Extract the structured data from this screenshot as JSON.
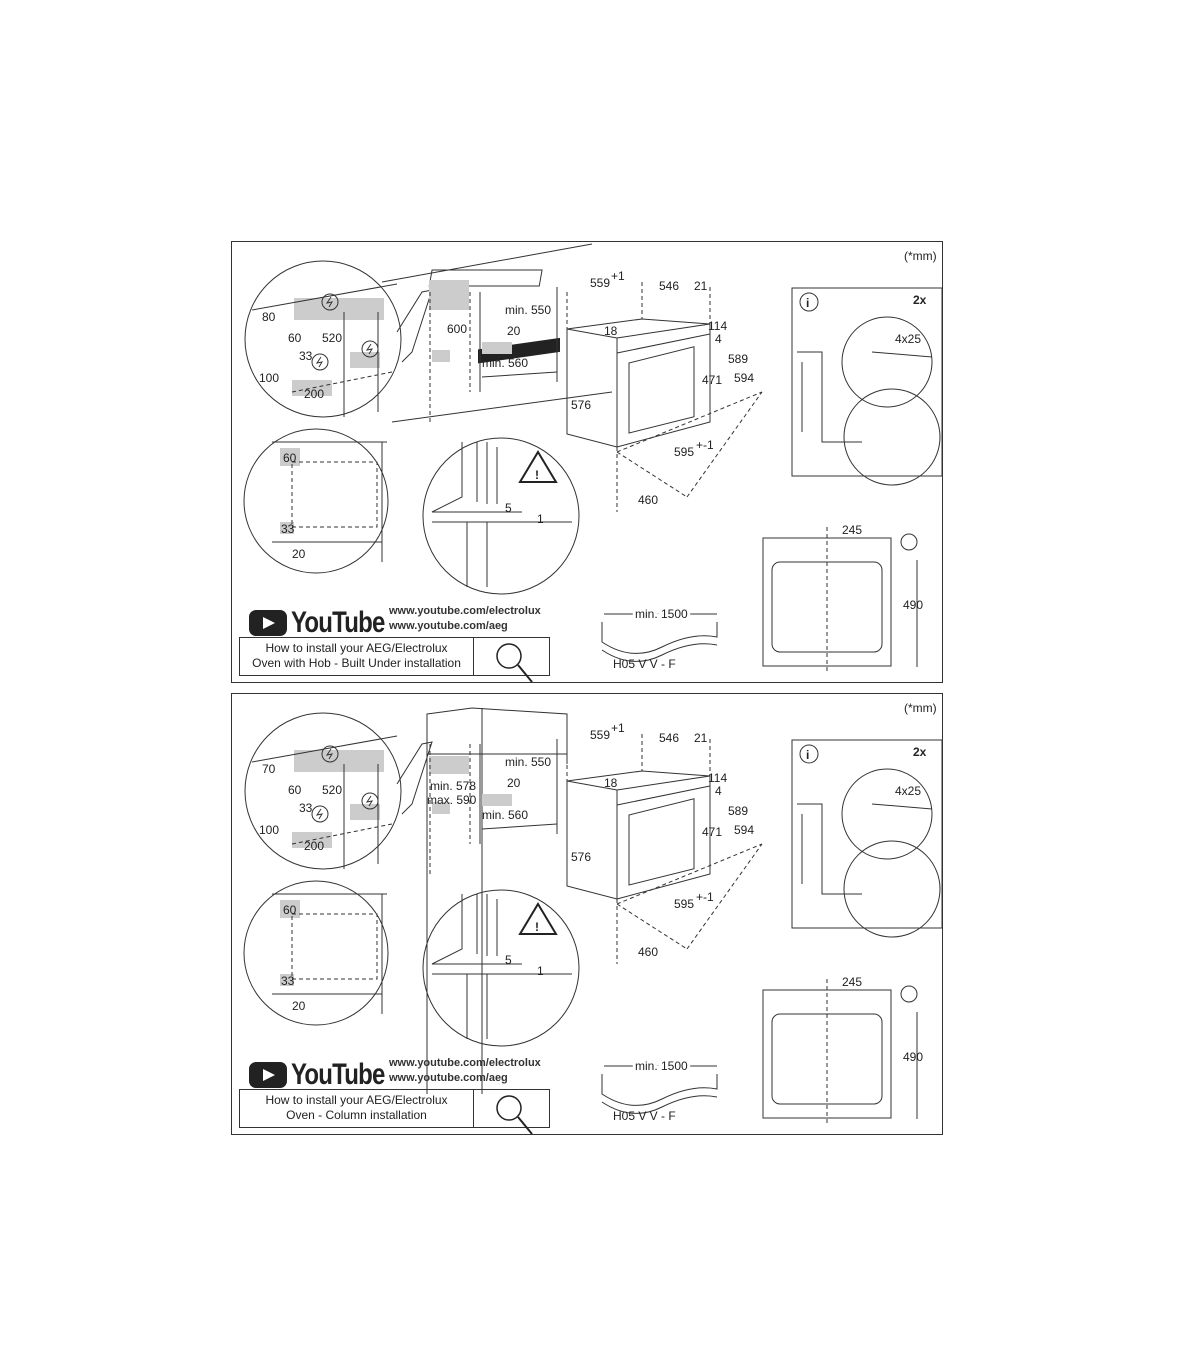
{
  "panels": [
    {
      "unit_note": "(*mm)",
      "detail_dims": {
        "top": "80",
        "side": "60",
        "height": "520",
        "small": "33",
        "low": "100",
        "width": "200"
      },
      "cabinet_dims": {
        "height_a": "600",
        "height_b": "",
        "depth": "min. 550",
        "gap": "20",
        "width": "min. 560"
      },
      "oven_dims": {
        "depth_total": "559",
        "depth_total_tol": "+1",
        "depth_body": "546",
        "front": "21",
        "top_gap": "18",
        "panel_h": "114",
        "panel_gap": "4",
        "h_front": "589",
        "h_inner": "471",
        "h_total": "594",
        "h_side": "576",
        "width": "595",
        "width_tol": "+-1",
        "depth": "460"
      },
      "corner_dims": {
        "top": "60",
        "bottom": "33",
        "side": "20"
      },
      "floor_dims": {
        "gap": "5",
        "step": "1"
      },
      "fixing": {
        "info": "i",
        "count": "2x",
        "screw": "4x25"
      },
      "front_view": {
        "width": "245",
        "height": "490"
      },
      "cable": {
        "length": "min. 1500",
        "type": "H05 V V - F"
      },
      "youtube": {
        "logo": "YouTube",
        "url1": "www.youtube.com/electrolux",
        "url2": "www.youtube.com/aeg",
        "caption1": "How to install your AEG/Electrolux",
        "caption2": "Oven with Hob - Built Under installation"
      }
    },
    {
      "unit_note": "(*mm)",
      "detail_dims": {
        "top": "70",
        "side": "60",
        "height": "520",
        "small": "33",
        "low": "100",
        "width": "200"
      },
      "cabinet_dims": {
        "height_a": "min. 578",
        "height_b": "max. 590",
        "depth": "min. 550",
        "gap": "20",
        "width": "min. 560"
      },
      "oven_dims": {
        "depth_total": "559",
        "depth_total_tol": "+1",
        "depth_body": "546",
        "front": "21",
        "top_gap": "18",
        "panel_h": "114",
        "panel_gap": "4",
        "h_front": "589",
        "h_inner": "471",
        "h_total": "594",
        "h_side": "576",
        "width": "595",
        "width_tol": "+-1",
        "depth": "460"
      },
      "corner_dims": {
        "top": "60",
        "bottom": "33",
        "side": "20"
      },
      "floor_dims": {
        "gap": "5",
        "step": "1"
      },
      "fixing": {
        "info": "i",
        "count": "2x",
        "screw": "4x25"
      },
      "front_view": {
        "width": "245",
        "height": "490"
      },
      "cable": {
        "length": "min. 1500",
        "type": "H05 V V - F"
      },
      "youtube": {
        "logo": "YouTube",
        "url1": "www.youtube.com/electrolux",
        "url2": "www.youtube.com/aeg",
        "caption1": "How to install your AEG/Electrolux",
        "caption2": "Oven - Column installation"
      }
    }
  ]
}
